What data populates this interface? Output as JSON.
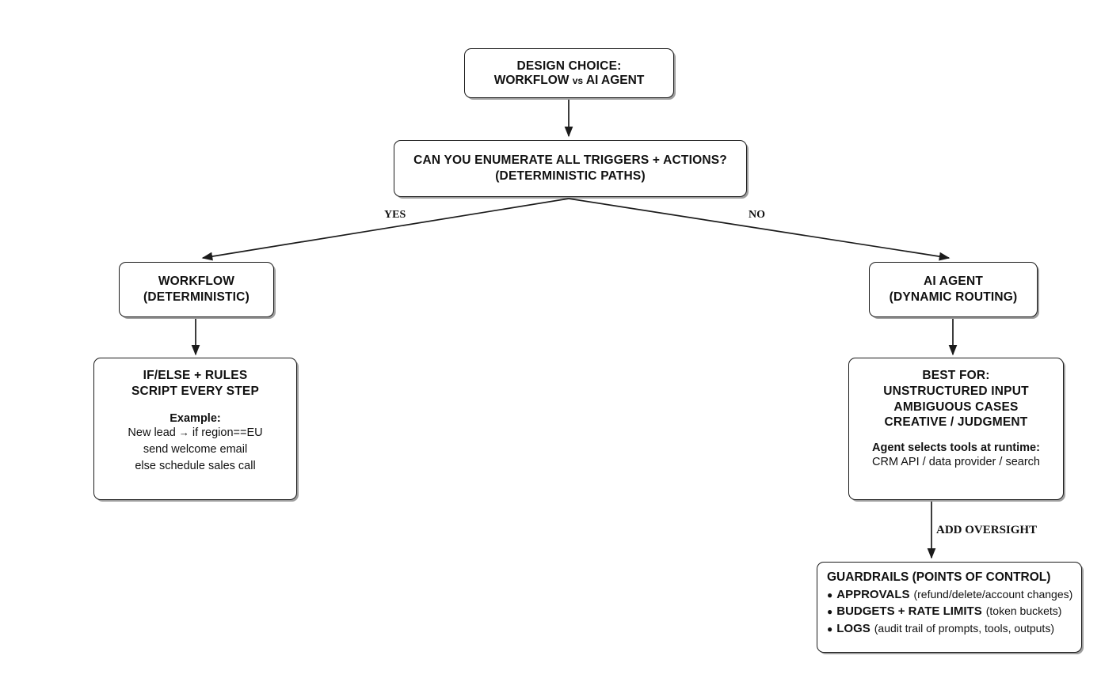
{
  "diagram": {
    "title": "DESIGN CHOICE: WORKFLOW vs AI AGENT",
    "background_color": "#ffffff",
    "line_color": "#1b1b1b",
    "text_color": "#111111"
  },
  "nodes": {
    "design_choice": {
      "line1": "DESIGN CHOICE:",
      "line2_part1": "WORKFLOW",
      "line2_vs": "vs",
      "line2_part2": "AI AGENT"
    },
    "enumerate": {
      "line1": "CAN YOU ENUMERATE ALL TRIGGERS + ACTIONS?",
      "line2": "(DETERMINISTIC PATHS)"
    },
    "workflow": {
      "line1": "WORKFLOW",
      "line2": "(DETERMINISTIC)"
    },
    "ai_agent": {
      "line1": "AI AGENT",
      "line2": "(DYNAMIC ROUTING)"
    },
    "ifelse": {
      "line1": "IF/ELSE + RULES",
      "line2": "SCRIPT EVERY STEP",
      "example_label": "Example:",
      "code_line1_a": "New lead",
      "code_line1_arrow": "→",
      "code_line1_b": "if region==EU",
      "code_line2": "send welcome email",
      "code_line3": "else schedule sales call"
    },
    "best_for": {
      "line1": "BEST FOR:",
      "line2": "UNSTRUCTURED INPUT",
      "line3": "AMBIGUOUS CASES",
      "line4": "CREATIVE / JUDGMENT",
      "agent_label": "Agent selects tools at runtime:",
      "tools_line": "CRM API / data provider / search"
    },
    "guardrails": {
      "title": "GUARDRAILS (POINTS OF CONTROL)",
      "bullet_glyph": "●",
      "items": [
        {
          "key": "APPROVALS",
          "detail": "(refund/delete/account changes)"
        },
        {
          "key": "BUDGETS + RATE LIMITS",
          "detail": "(token buckets)"
        },
        {
          "key": "LOGS",
          "detail": "(audit trail of prompts, tools, outputs)"
        }
      ]
    }
  },
  "edges": {
    "yes_label": "YES",
    "no_label": "NO",
    "add_oversight_label": "ADD OVERSIGHT"
  }
}
